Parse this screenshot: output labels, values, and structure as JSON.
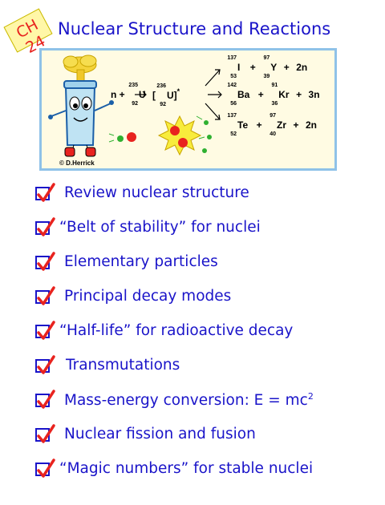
{
  "badge": "CH 24",
  "title": "Nuclear Structure and Reactions",
  "figure": {
    "credit": "© D.Herrick",
    "reactant": "n + ",
    "u235": {
      "mass": "235",
      "number": "92",
      "symbol": "U"
    },
    "compound": {
      "mass": "236",
      "number": "92",
      "symbol": "U",
      "mark": "*"
    },
    "products": [
      {
        "a": {
          "mass": "137",
          "number": "53",
          "symbol": "I"
        },
        "b": {
          "mass": "97",
          "number": "39",
          "symbol": "Y"
        },
        "neutrons": "2n"
      },
      {
        "a": {
          "mass": "142",
          "number": "56",
          "symbol": "Ba"
        },
        "b": {
          "mass": "91",
          "number": "36",
          "symbol": "Kr"
        },
        "neutrons": "3n"
      },
      {
        "a": {
          "mass": "137",
          "number": "52",
          "symbol": "Te"
        },
        "b": {
          "mass": "97",
          "number": "40",
          "symbol": "Zr"
        },
        "neutrons": "2n"
      }
    ]
  },
  "items": [
    {
      "text": "Review nuclear structure",
      "checked": true
    },
    {
      "text": "“Belt of stability” for nuclei",
      "checked": true
    },
    {
      "text": "Elementary particles",
      "checked": true
    },
    {
      "text": "Principal decay modes",
      "checked": true
    },
    {
      "text": "“Half-life” for radioactive decay",
      "checked": true
    },
    {
      "text": "Transmutations",
      "checked": true
    },
    {
      "text": "Mass-energy conversion:  E = mc",
      "sup": "2",
      "checked": true
    },
    {
      "text": "Nuclear fission and fusion",
      "checked": true
    },
    {
      "text": "“Magic numbers” for stable nuclei",
      "checked": true
    }
  ],
  "colors": {
    "text": "#1a14c9",
    "check": "#e8231f",
    "badge_bg": "#fff7a8",
    "panel_border": "#8fc2e8"
  }
}
